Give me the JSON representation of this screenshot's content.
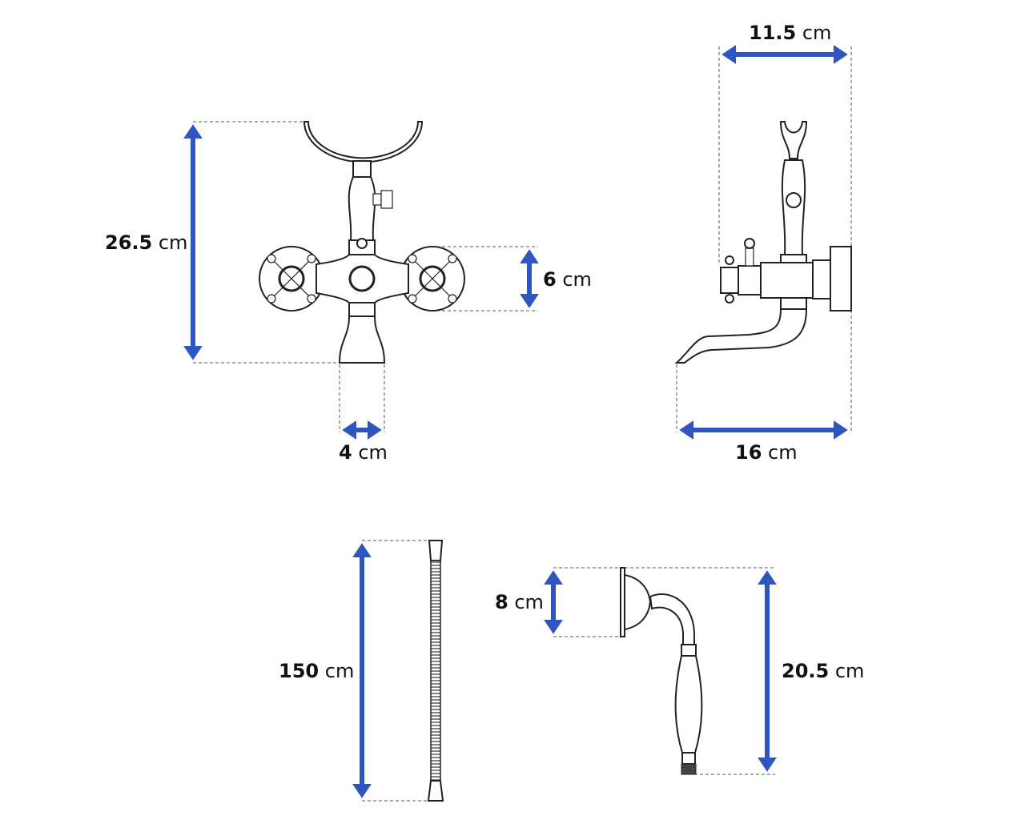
{
  "colors": {
    "arrow": "#2f55c0",
    "line": "#222222"
  },
  "unit": "cm",
  "dimensions": {
    "faucet_height": "26.5",
    "handle_diameter": "6",
    "spout_width": "4",
    "side_top_width": "11.5",
    "side_depth": "16",
    "hose_length": "150",
    "shower_head_diameter": "8",
    "hand_shower_length": "20.5"
  }
}
